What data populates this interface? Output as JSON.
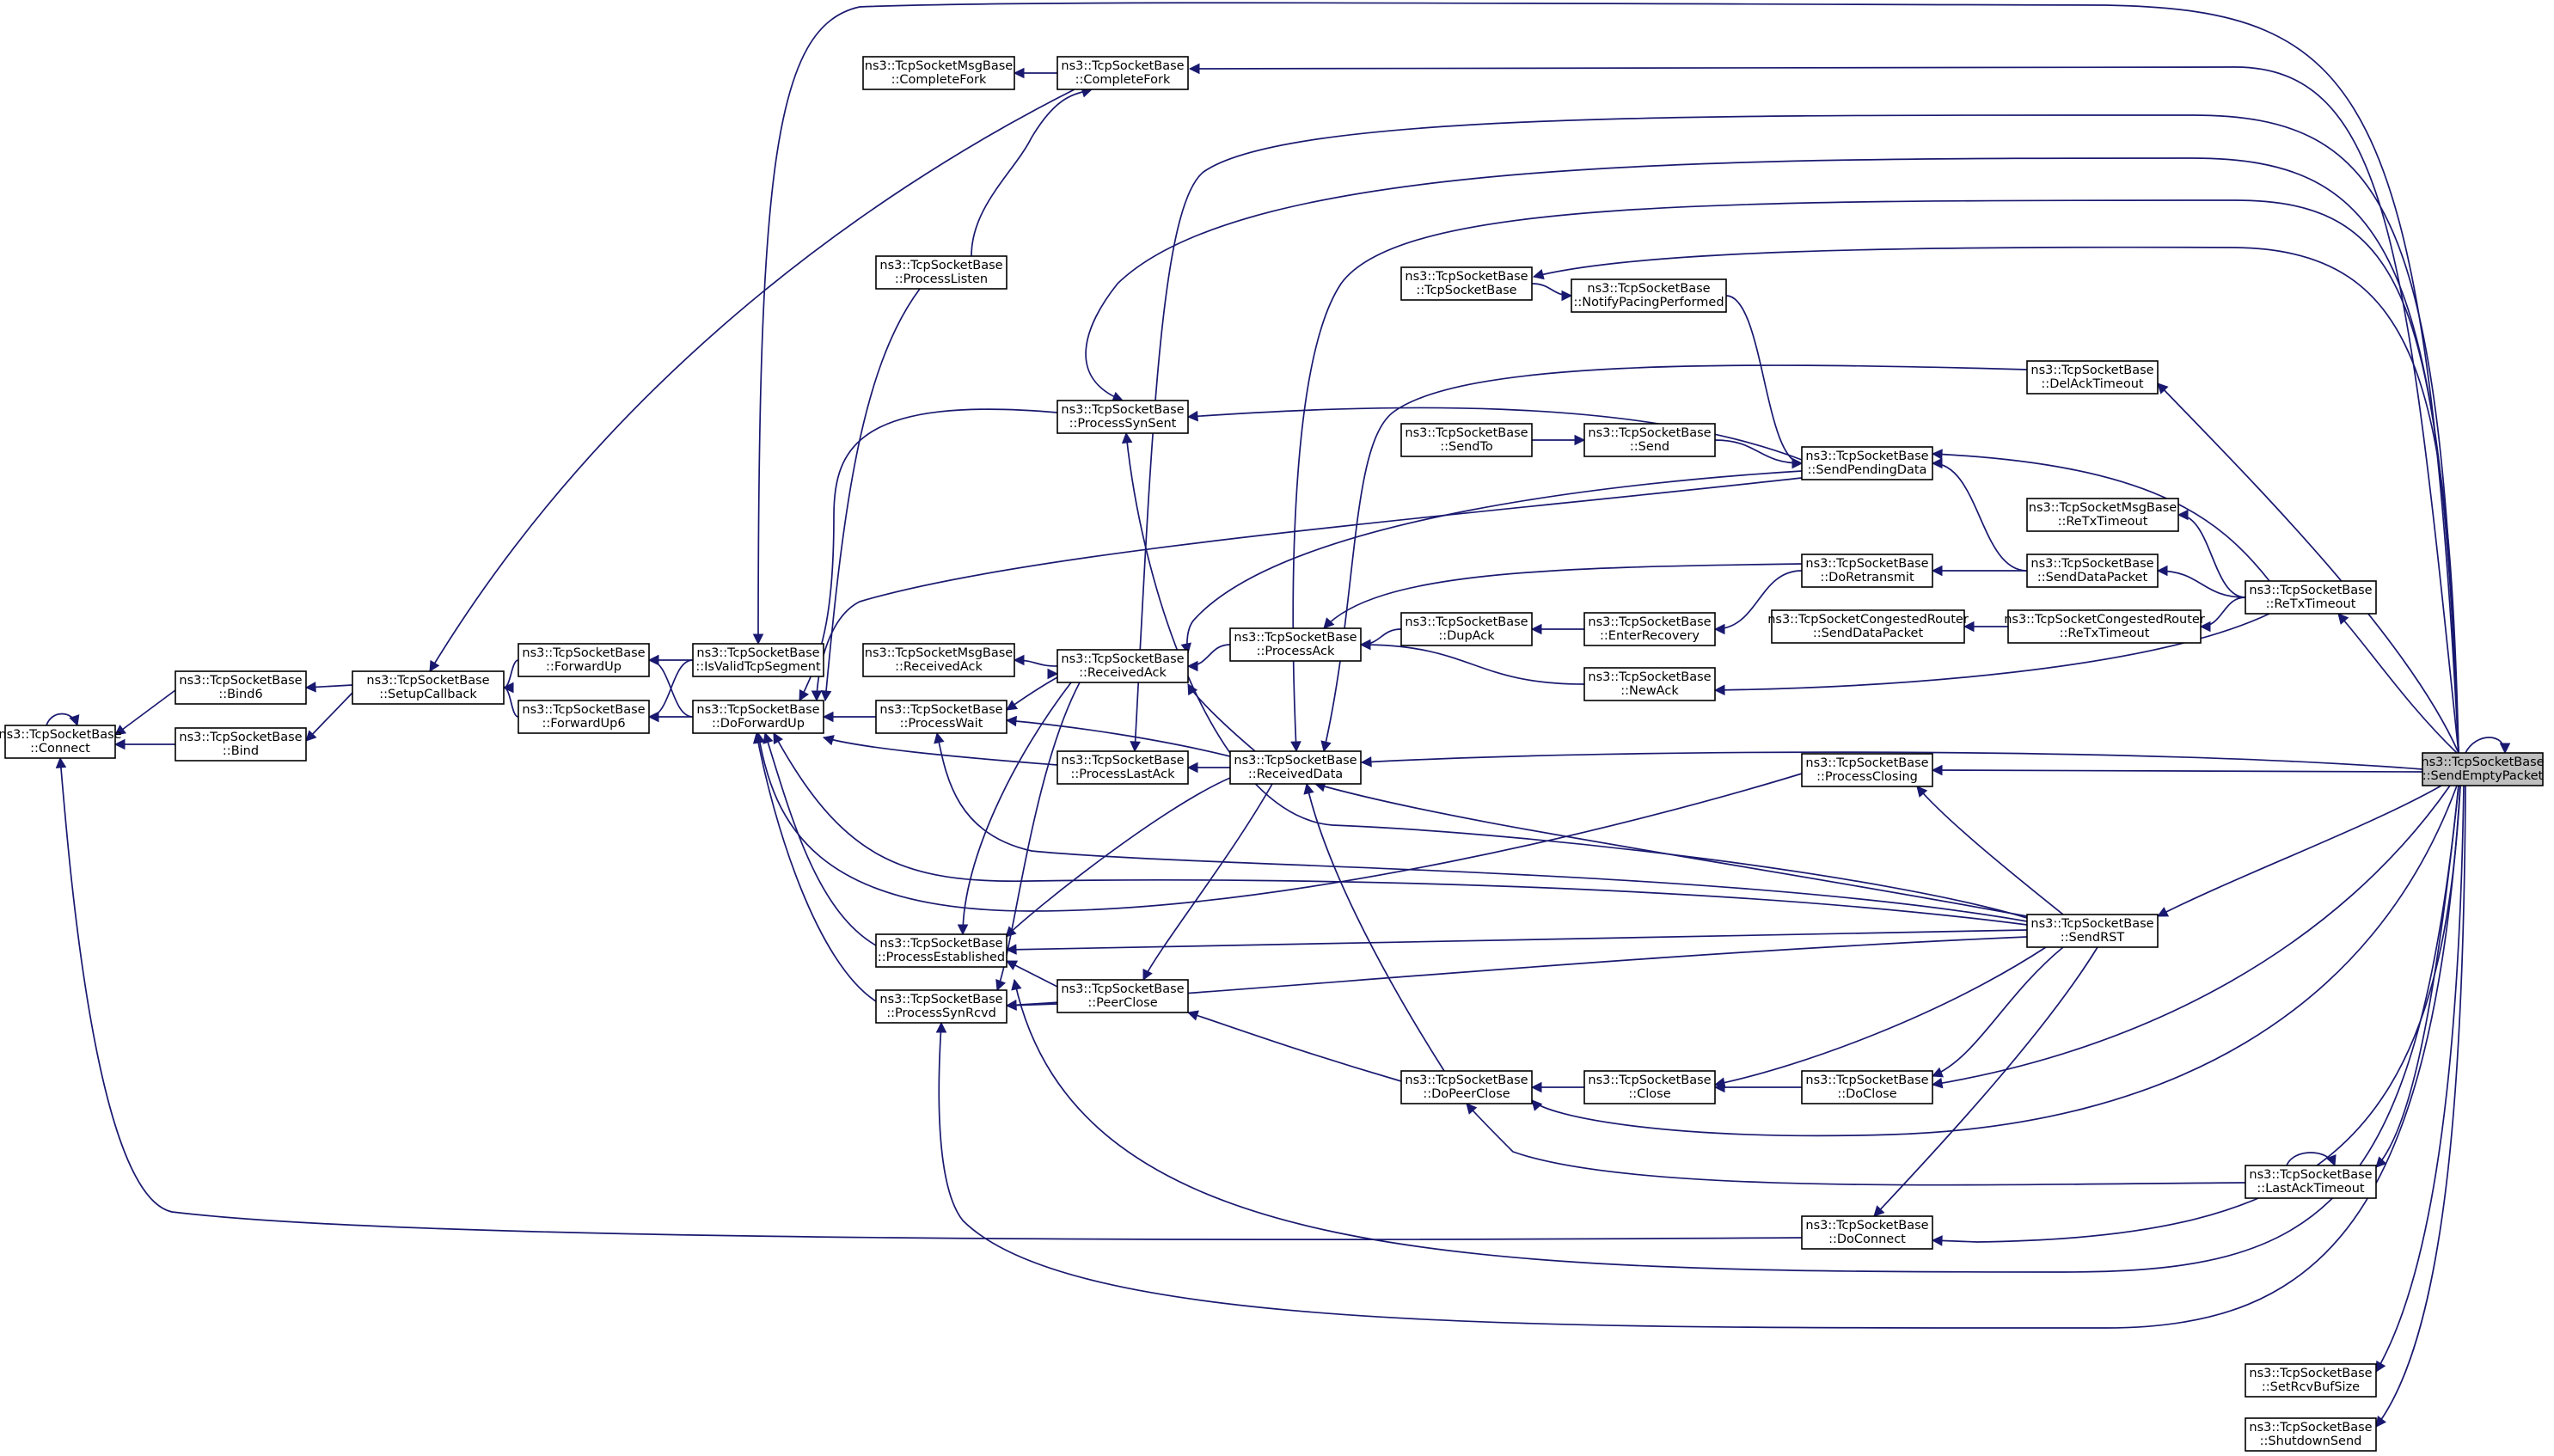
{
  "diagram": {
    "kind": "doxygen-caller-graph",
    "colors": {
      "edge": "#191970",
      "node_border": "#000000",
      "node_fill": "#ffffff",
      "root_fill": "#bfbfbf"
    },
    "nodes": [
      {
        "id": "SendEmptyPacket",
        "lines": [
          "ns3::TcpSocketBase",
          "::SendEmptyPacket"
        ],
        "root": true
      },
      {
        "id": "Connect",
        "lines": [
          "ns3::TcpSocketBase",
          "::Connect"
        ]
      },
      {
        "id": "Bind6",
        "lines": [
          "ns3::TcpSocketBase",
          "::Bind6"
        ]
      },
      {
        "id": "Bind",
        "lines": [
          "ns3::TcpSocketBase",
          "::Bind"
        ]
      },
      {
        "id": "SetupCallback",
        "lines": [
          "ns3::TcpSocketBase",
          "::SetupCallback"
        ]
      },
      {
        "id": "ForwardUp",
        "lines": [
          "ns3::TcpSocketBase",
          "::ForwardUp"
        ]
      },
      {
        "id": "ForwardUp6",
        "lines": [
          "ns3::TcpSocketBase",
          "::ForwardUp6"
        ]
      },
      {
        "id": "IsValidTcpSegment",
        "lines": [
          "ns3::TcpSocketBase",
          "::IsValidTcpSegment"
        ]
      },
      {
        "id": "DoForwardUp",
        "lines": [
          "ns3::TcpSocketBase",
          "::DoForwardUp"
        ]
      },
      {
        "id": "MsgCompleteFork",
        "lines": [
          "ns3::TcpSocketMsgBase",
          "::CompleteFork"
        ]
      },
      {
        "id": "CompleteFork",
        "lines": [
          "ns3::TcpSocketBase",
          "::CompleteFork"
        ]
      },
      {
        "id": "ProcessListen",
        "lines": [
          "ns3::TcpSocketBase",
          "::ProcessListen"
        ]
      },
      {
        "id": "MsgReceivedAck",
        "lines": [
          "ns3::TcpSocketMsgBase",
          "::ReceivedAck"
        ]
      },
      {
        "id": "ProcessWait",
        "lines": [
          "ns3::TcpSocketBase",
          "::ProcessWait"
        ]
      },
      {
        "id": "ProcessEstablished",
        "lines": [
          "ns3::TcpSocketBase",
          "::ProcessEstablished"
        ]
      },
      {
        "id": "ProcessSynRcvd",
        "lines": [
          "ns3::TcpSocketBase",
          "::ProcessSynRcvd"
        ]
      },
      {
        "id": "ProcessSynSent",
        "lines": [
          "ns3::TcpSocketBase",
          "::ProcessSynSent"
        ]
      },
      {
        "id": "ReceivedAck",
        "lines": [
          "ns3::TcpSocketBase",
          "::ReceivedAck"
        ]
      },
      {
        "id": "ProcessLastAck",
        "lines": [
          "ns3::TcpSocketBase",
          "::ProcessLastAck"
        ]
      },
      {
        "id": "PeerClose",
        "lines": [
          "ns3::TcpSocketBase",
          "::PeerClose"
        ]
      },
      {
        "id": "ProcessAck",
        "lines": [
          "ns3::TcpSocketBase",
          "::ProcessAck"
        ]
      },
      {
        "id": "ReceivedData",
        "lines": [
          "ns3::TcpSocketBase",
          "::ReceivedData"
        ]
      },
      {
        "id": "TcpSocketBaseCtor",
        "lines": [
          "ns3::TcpSocketBase",
          "::TcpSocketBase"
        ]
      },
      {
        "id": "SendTo",
        "lines": [
          "ns3::TcpSocketBase",
          "::SendTo"
        ]
      },
      {
        "id": "DupAck",
        "lines": [
          "ns3::TcpSocketBase",
          "::DupAck"
        ]
      },
      {
        "id": "DoPeerClose",
        "lines": [
          "ns3::TcpSocketBase",
          "::DoPeerClose"
        ]
      },
      {
        "id": "NotifyPacingPerformed",
        "lines": [
          "ns3::TcpSocketBase",
          "::NotifyPacingPerformed"
        ]
      },
      {
        "id": "Send",
        "lines": [
          "ns3::TcpSocketBase",
          "::Send"
        ]
      },
      {
        "id": "EnterRecovery",
        "lines": [
          "ns3::TcpSocketBase",
          "::EnterRecovery"
        ]
      },
      {
        "id": "NewAck",
        "lines": [
          "ns3::TcpSocketBase",
          "::NewAck"
        ]
      },
      {
        "id": "Close",
        "lines": [
          "ns3::TcpSocketBase",
          "::Close"
        ]
      },
      {
        "id": "SendPendingData",
        "lines": [
          "ns3::TcpSocketBase",
          "::SendPendingData"
        ]
      },
      {
        "id": "DoRetransmit",
        "lines": [
          "ns3::TcpSocketBase",
          "::DoRetransmit"
        ]
      },
      {
        "id": "CongRouterSendDataPacket",
        "lines": [
          "ns3::TcpSocketCongestedRouter",
          "::SendDataPacket"
        ]
      },
      {
        "id": "ProcessClosing",
        "lines": [
          "ns3::TcpSocketBase",
          "::ProcessClosing"
        ]
      },
      {
        "id": "DoClose",
        "lines": [
          "ns3::TcpSocketBase",
          "::DoClose"
        ]
      },
      {
        "id": "DoConnect",
        "lines": [
          "ns3::TcpSocketBase",
          "::DoConnect"
        ]
      },
      {
        "id": "DelAckTimeout",
        "lines": [
          "ns3::TcpSocketBase",
          "::DelAckTimeout"
        ]
      },
      {
        "id": "MsgReTxTimeout",
        "lines": [
          "ns3::TcpSocketMsgBase",
          "::ReTxTimeout"
        ]
      },
      {
        "id": "SendDataPacket",
        "lines": [
          "ns3::TcpSocketBase",
          "::SendDataPacket"
        ]
      },
      {
        "id": "CongRouterReTxTimeout",
        "lines": [
          "ns3::TcpSocketCongestedRouter",
          "::ReTxTimeout"
        ]
      },
      {
        "id": "SendRST",
        "lines": [
          "ns3::TcpSocketBase",
          "::SendRST"
        ]
      },
      {
        "id": "ReTxTimeout",
        "lines": [
          "ns3::TcpSocketBase",
          "::ReTxTimeout"
        ]
      },
      {
        "id": "LastAckTimeout",
        "lines": [
          "ns3::TcpSocketBase",
          "::LastAckTimeout"
        ]
      },
      {
        "id": "SetRcvBufSize",
        "lines": [
          "ns3::TcpSocketBase",
          "::SetRcvBufSize"
        ]
      },
      {
        "id": "ShutdownSend",
        "lines": [
          "ns3::TcpSocketBase",
          "::ShutdownSend"
        ]
      }
    ],
    "edges": [
      {
        "from": "Bind6",
        "to": "Connect"
      },
      {
        "from": "Bind",
        "to": "Connect"
      },
      {
        "from": "Connect",
        "to": "Connect"
      },
      {
        "from": "SetupCallback",
        "to": "Bind6"
      },
      {
        "from": "SetupCallback",
        "to": "Bind"
      },
      {
        "from": "ForwardUp",
        "to": "SetupCallback"
      },
      {
        "from": "ForwardUp6",
        "to": "SetupCallback"
      },
      {
        "from": "IsValidTcpSegment",
        "to": "ForwardUp"
      },
      {
        "from": "IsValidTcpSegment",
        "to": "ForwardUp6"
      },
      {
        "from": "DoForwardUp",
        "to": "ForwardUp"
      },
      {
        "from": "DoForwardUp",
        "to": "ForwardUp6"
      },
      {
        "from": "CompleteFork",
        "to": "MsgCompleteFork"
      },
      {
        "from": "CompleteFork",
        "to": "SetupCallback"
      },
      {
        "from": "ProcessListen",
        "to": "CompleteFork"
      },
      {
        "from": "ProcessListen",
        "to": "DoForwardUp"
      },
      {
        "from": "ProcessWait",
        "to": "DoForwardUp"
      },
      {
        "from": "ProcessEstablished",
        "to": "DoForwardUp"
      },
      {
        "from": "ProcessSynRcvd",
        "to": "DoForwardUp"
      },
      {
        "from": "ProcessSynSent",
        "to": "DoForwardUp"
      },
      {
        "from": "ProcessLastAck",
        "to": "DoForwardUp"
      },
      {
        "from": "ReceivedAck",
        "to": "MsgReceivedAck"
      },
      {
        "from": "ReceivedAck",
        "to": "ProcessWait"
      },
      {
        "from": "ReceivedAck",
        "to": "ProcessEstablished"
      },
      {
        "from": "ReceivedAck",
        "to": "ProcessSynRcvd"
      },
      {
        "from": "ReceivedAck",
        "to": "ProcessLastAck"
      },
      {
        "from": "ProcessAck",
        "to": "ReceivedAck"
      },
      {
        "from": "PeerClose",
        "to": "ProcessEstablished"
      },
      {
        "from": "PeerClose",
        "to": "ProcessSynRcvd"
      },
      {
        "from": "ReceivedData",
        "to": "ProcessLastAck"
      },
      {
        "from": "ReceivedData",
        "to": "ProcessWait"
      },
      {
        "from": "ReceivedData",
        "to": "ProcessEstablished"
      },
      {
        "from": "ReceivedData",
        "to": "ReceivedAck"
      },
      {
        "from": "ReceivedData",
        "to": "PeerClose"
      },
      {
        "from": "TcpSocketBaseCtor",
        "to": "NotifyPacingPerformed"
      },
      {
        "from": "SendTo",
        "to": "Send"
      },
      {
        "from": "DupAck",
        "to": "ProcessAck"
      },
      {
        "from": "EnterRecovery",
        "to": "DupAck"
      },
      {
        "from": "NewAck",
        "to": "ProcessAck"
      },
      {
        "from": "DoPeerClose",
        "to": "PeerClose"
      },
      {
        "from": "DoPeerClose",
        "to": "ReceivedData"
      },
      {
        "from": "Close",
        "to": "DoPeerClose"
      },
      {
        "from": "DoClose",
        "to": "Close"
      },
      {
        "from": "NotifyPacingPerformed",
        "to": "SendPendingData"
      },
      {
        "from": "Send",
        "to": "SendPendingData"
      },
      {
        "from": "SendPendingData",
        "to": "ProcessSynSent"
      },
      {
        "from": "SendPendingData",
        "to": "ProcessAck"
      },
      {
        "from": "SendPendingData",
        "to": "DoForwardUp"
      },
      {
        "from": "DoRetransmit",
        "to": "EnterRecovery"
      },
      {
        "from": "DoRetransmit",
        "to": "ProcessAck"
      },
      {
        "from": "SendDataPacket",
        "to": "SendPendingData"
      },
      {
        "from": "SendDataPacket",
        "to": "DoRetransmit"
      },
      {
        "from": "ReTxTimeout",
        "to": "SendPendingData"
      },
      {
        "from": "ReTxTimeout",
        "to": "SendDataPacket"
      },
      {
        "from": "ReTxTimeout",
        "to": "MsgReTxTimeout"
      },
      {
        "from": "ReTxTimeout",
        "to": "CongRouterReTxTimeout"
      },
      {
        "from": "ReTxTimeout",
        "to": "NewAck"
      },
      {
        "from": "CongRouterReTxTimeout",
        "to": "CongRouterSendDataPacket"
      },
      {
        "from": "DelAckTimeout",
        "to": "ReceivedData"
      },
      {
        "from": "ProcessClosing",
        "to": "DoForwardUp"
      },
      {
        "from": "DoConnect",
        "to": "Connect"
      },
      {
        "from": "LastAckTimeout",
        "to": "DoPeerClose"
      },
      {
        "from": "LastAckTimeout",
        "to": "LastAckTimeout"
      },
      {
        "from": "SendRST",
        "to": "ProcessSynSent"
      },
      {
        "from": "SendRST",
        "to": "ProcessClosing"
      },
      {
        "from": "SendRST",
        "to": "ProcessEstablished"
      },
      {
        "from": "SendRST",
        "to": "ProcessSynRcvd"
      },
      {
        "from": "SendRST",
        "to": "DoForwardUp"
      },
      {
        "from": "SendRST",
        "to": "ProcessWait"
      },
      {
        "from": "SendRST",
        "to": "ReceivedData"
      },
      {
        "from": "SendRST",
        "to": "Close"
      },
      {
        "from": "SendRST",
        "to": "DoClose"
      },
      {
        "from": "SendRST",
        "to": "DoConnect"
      },
      {
        "from": "SendEmptyPacket",
        "to": "CompleteFork"
      },
      {
        "from": "SendEmptyPacket",
        "to": "IsValidTcpSegment"
      },
      {
        "from": "SendEmptyPacket",
        "to": "ProcessSynRcvd"
      },
      {
        "from": "SendEmptyPacket",
        "to": "ProcessSynSent"
      },
      {
        "from": "SendEmptyPacket",
        "to": "ProcessLastAck"
      },
      {
        "from": "SendEmptyPacket",
        "to": "ReceivedAck"
      },
      {
        "from": "SendEmptyPacket",
        "to": "TcpSocketBaseCtor"
      },
      {
        "from": "SendEmptyPacket",
        "to": "DelAckTimeout"
      },
      {
        "from": "SendEmptyPacket",
        "to": "ReTxTimeout"
      },
      {
        "from": "SendEmptyPacket",
        "to": "ReceivedData"
      },
      {
        "from": "SendEmptyPacket",
        "to": "ProcessClosing"
      },
      {
        "from": "SendEmptyPacket",
        "to": "SendRST"
      },
      {
        "from": "SendEmptyPacket",
        "to": "DoClose"
      },
      {
        "from": "SendEmptyPacket",
        "to": "DoPeerClose"
      },
      {
        "from": "SendEmptyPacket",
        "to": "LastAckTimeout"
      },
      {
        "from": "SendEmptyPacket",
        "to": "DoConnect"
      },
      {
        "from": "SendEmptyPacket",
        "to": "ProcessEstablished"
      },
      {
        "from": "SendEmptyPacket",
        "to": "SetRcvBufSize"
      },
      {
        "from": "SendEmptyPacket",
        "to": "ShutdownSend"
      },
      {
        "from": "SendEmptyPacket",
        "to": "SendEmptyPacket"
      }
    ]
  }
}
